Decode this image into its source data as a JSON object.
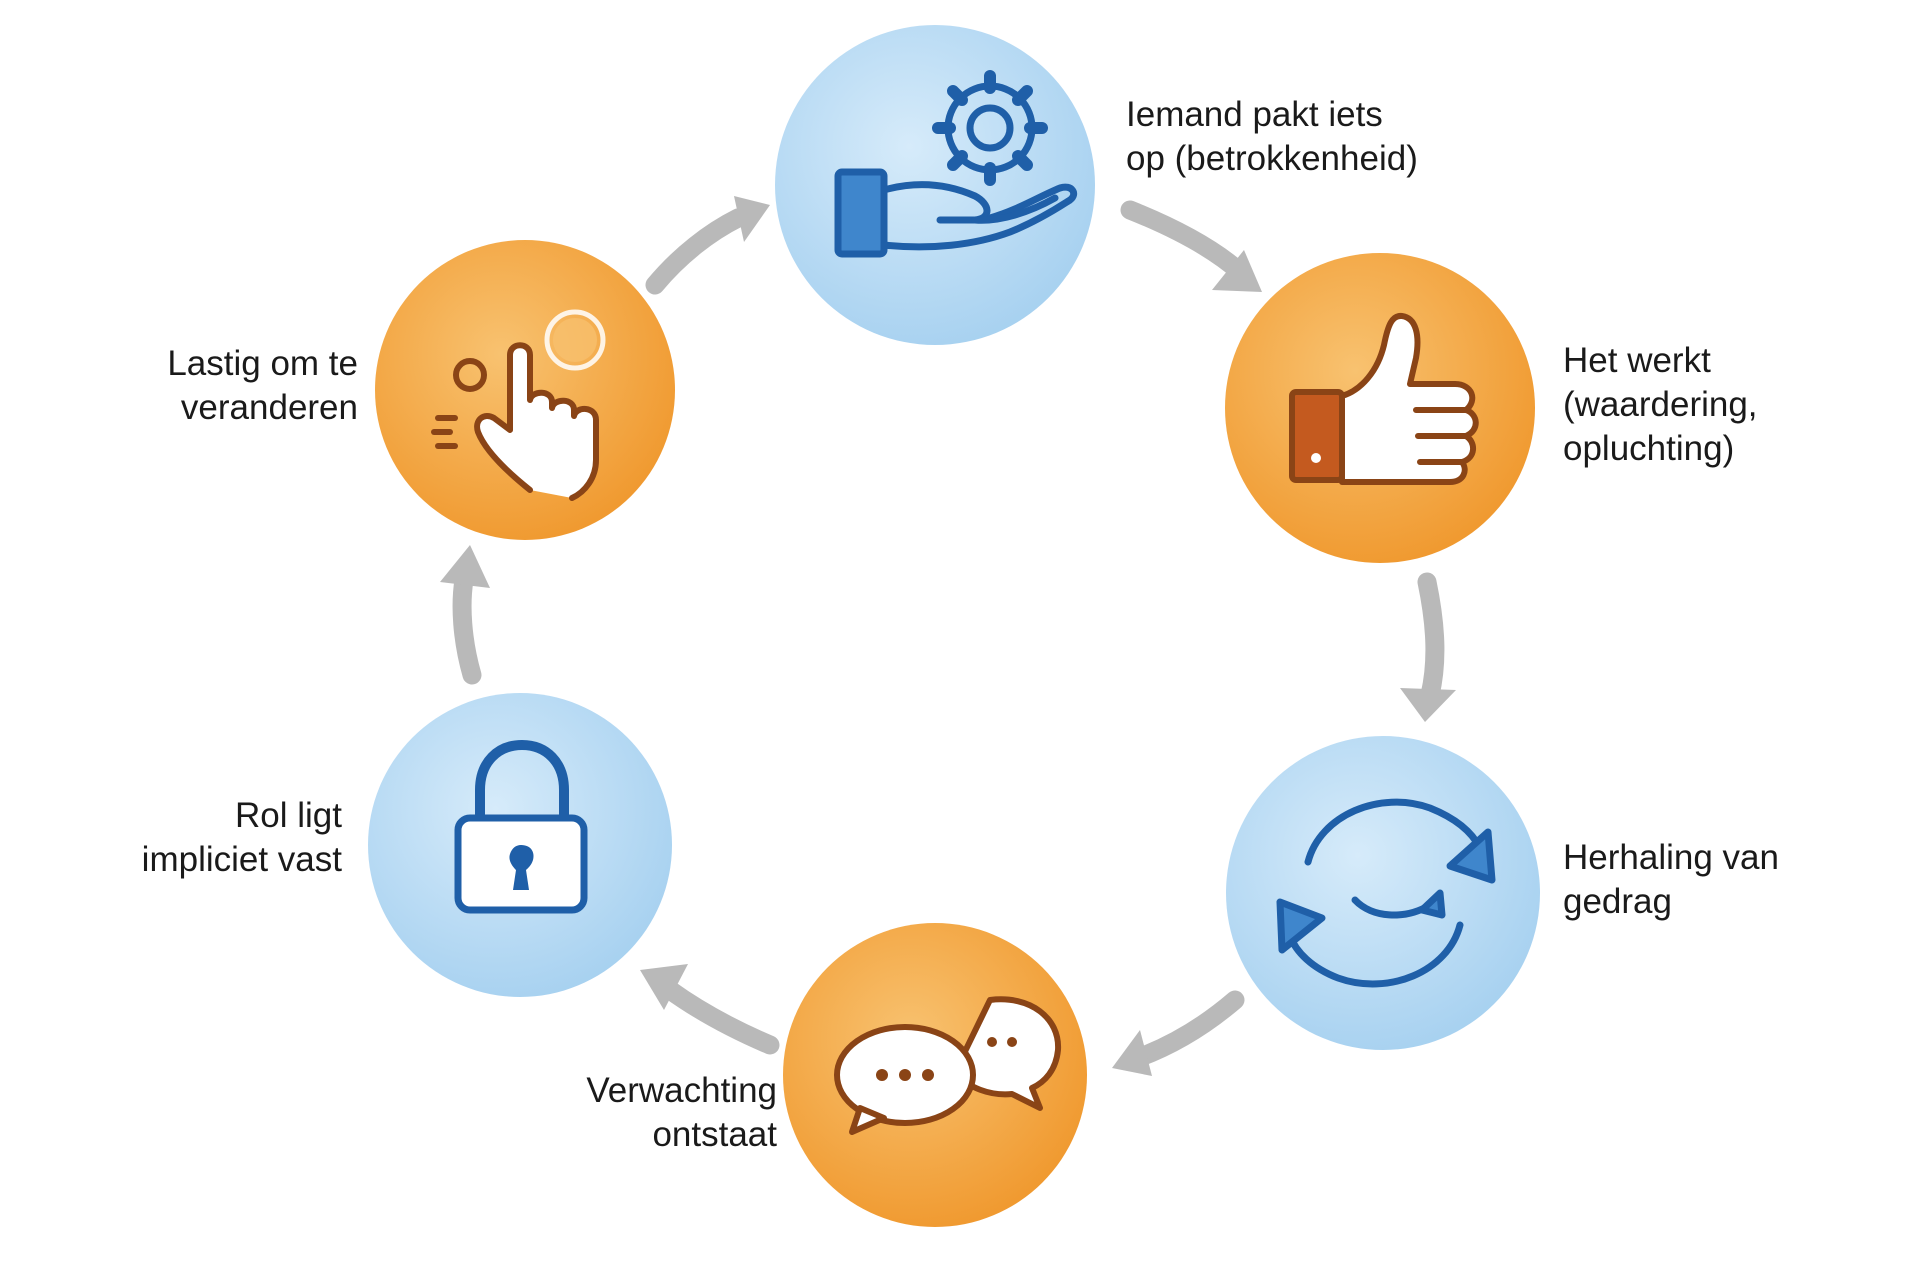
{
  "colors": {
    "blue_fill": "#a7d1f0",
    "blue_light": "#d6ebfa",
    "orange_fill": "#f2a03a",
    "orange_light": "#f8c270",
    "blue_icon": "#1f5fa8",
    "orange_icon": "#8a4416",
    "arrow": "#b9b9b9",
    "text": "#1a1a1a"
  },
  "steps": [
    {
      "id": "step-1",
      "icon": "hand-gear-icon",
      "color": "blue",
      "label_lines": [
        "Iemand pakt iets",
        "op (betrokkenheid)"
      ]
    },
    {
      "id": "step-2",
      "icon": "thumbs-up-icon",
      "color": "orange",
      "label_lines": [
        "Het werkt",
        "(waardering,",
        "opluchting)"
      ]
    },
    {
      "id": "step-3",
      "icon": "refresh-arrows-icon",
      "color": "blue",
      "label_lines": [
        "Herhaling van",
        "gedrag"
      ]
    },
    {
      "id": "step-4",
      "icon": "speech-bubbles-icon",
      "color": "orange",
      "label_lines": [
        "Verwachting",
        "ontstaat"
      ]
    },
    {
      "id": "step-5",
      "icon": "padlock-icon",
      "color": "blue",
      "label_lines": [
        "Rol ligt",
        "impliciet vast"
      ]
    },
    {
      "id": "step-6",
      "icon": "pointing-hand-icon",
      "color": "orange",
      "label_lines": [
        "Lastig om te",
        "veranderen"
      ]
    }
  ]
}
